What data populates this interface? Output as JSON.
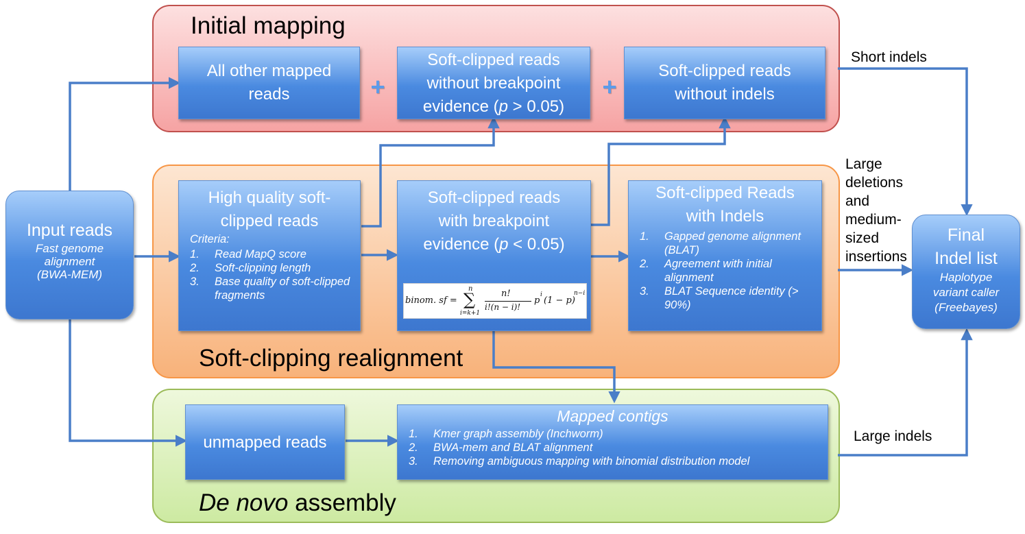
{
  "panels": {
    "mapping": "Initial mapping",
    "softclip": "Soft-clipping realignment",
    "denovo_italic": "De novo",
    "denovo_rest": " assembly"
  },
  "input": {
    "title": "Input reads",
    "sub1": "Fast genome",
    "sub2": "alignment",
    "sub3": "(BWA-MEM)"
  },
  "mapping": {
    "box1_l1": "All other mapped",
    "box1_l2": "reads",
    "box2_l1": "Soft-clipped reads",
    "box2_l2": "without breakpoint",
    "box2_l3a": "evidence (",
    "box2_l3p": "p",
    "box2_l3b": " > 0.05)",
    "box3_l1": "Soft-clipped reads",
    "box3_l2": "without indels"
  },
  "softclip": {
    "box1_l1": "High quality soft-",
    "box1_l2": "clipped reads",
    "box1_criteria": "Criteria:",
    "box1_items": [
      "Read MapQ score",
      "Soft-clipping length",
      "Base quality of soft-clipped fragments"
    ],
    "box2_l1": "Soft-clipped reads",
    "box2_l2": "with breakpoint",
    "box2_l3a": "evidence (",
    "box2_l3p": "p",
    "box2_l3b": " < 0.05)",
    "box3_l1": "Soft-clipped Reads",
    "box3_l2": "with Indels",
    "box3_items": [
      "Gapped genome alignment (BLAT)",
      "Agreement with initial alignment",
      "BLAT Sequence identity (> 90%)"
    ]
  },
  "formula": {
    "lhs": "binom. sf =",
    "sum_top": "n",
    "sum_bottom": "i=k+1",
    "frac_num": "n!",
    "frac_den": "i!(n − i)!",
    "tail": "p",
    "tail_exp": "i",
    "tail2": "(1 − p)",
    "tail2_exp": "n−i"
  },
  "denovo": {
    "box1": "unmapped reads",
    "box2_title": "Mapped contigs",
    "box2_items": [
      "Kmer graph assembly (Inchworm)",
      "BWA-mem and BLAT alignment",
      "Removing ambiguous mapping with binomial distribution model"
    ]
  },
  "final": {
    "title_l1": "Final",
    "title_l2": "Indel list",
    "sub1": "Haplotype",
    "sub2": "variant caller",
    "sub3": "(Freebayes)"
  },
  "labels": {
    "short": "Short indels",
    "large_del_lines": [
      "Large",
      "deletions",
      "and",
      "medium-",
      "sized",
      "insertions"
    ],
    "large_indels": "Large indels"
  },
  "colors": {
    "arrow": "#4a7ec8",
    "box": "#4a8ae0",
    "mapping_panel": "#f6a3a3",
    "softclip_panel": "#f8b27a",
    "denovo_panel": "#cdeaa2"
  }
}
